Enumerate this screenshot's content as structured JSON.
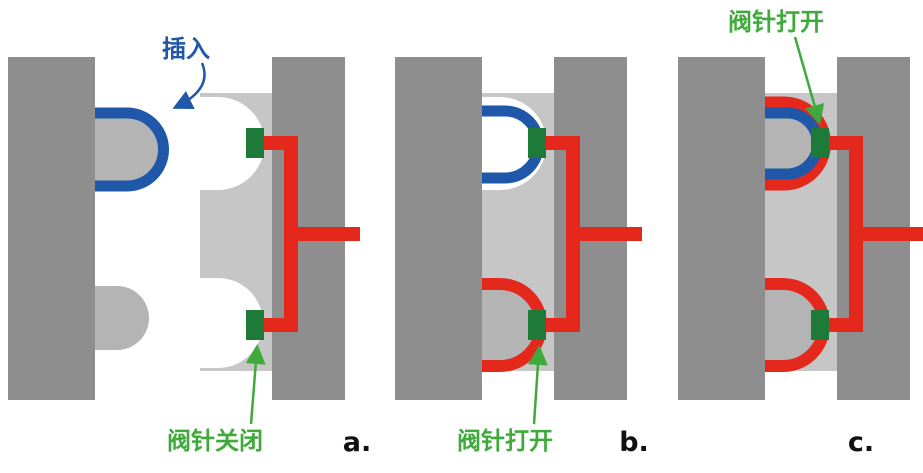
{
  "colors": {
    "background": "#ffffff",
    "mold_dark_gray": "#8e8e8e",
    "mold_light_gray": "#c6c6c6",
    "core_gray": "#b4b4b4",
    "cavity_white": "#ffffff",
    "insert_blue": "#1f57a9",
    "melt_red": "#e4281c",
    "gate_green": "#1e7a38",
    "label_green": "#3faa3b",
    "label_blue": "#1f57a9",
    "step_text": "#111111"
  },
  "labels": {
    "insert_callout": "插入",
    "valve_pin_open_top": "阀针打开",
    "valve_pin_closed": "阀针关闭",
    "valve_pin_open_bottom": "阀针打开"
  },
  "panels": {
    "a": {
      "step": "a."
    },
    "b": {
      "step": "b."
    },
    "c": {
      "step": "c."
    }
  }
}
